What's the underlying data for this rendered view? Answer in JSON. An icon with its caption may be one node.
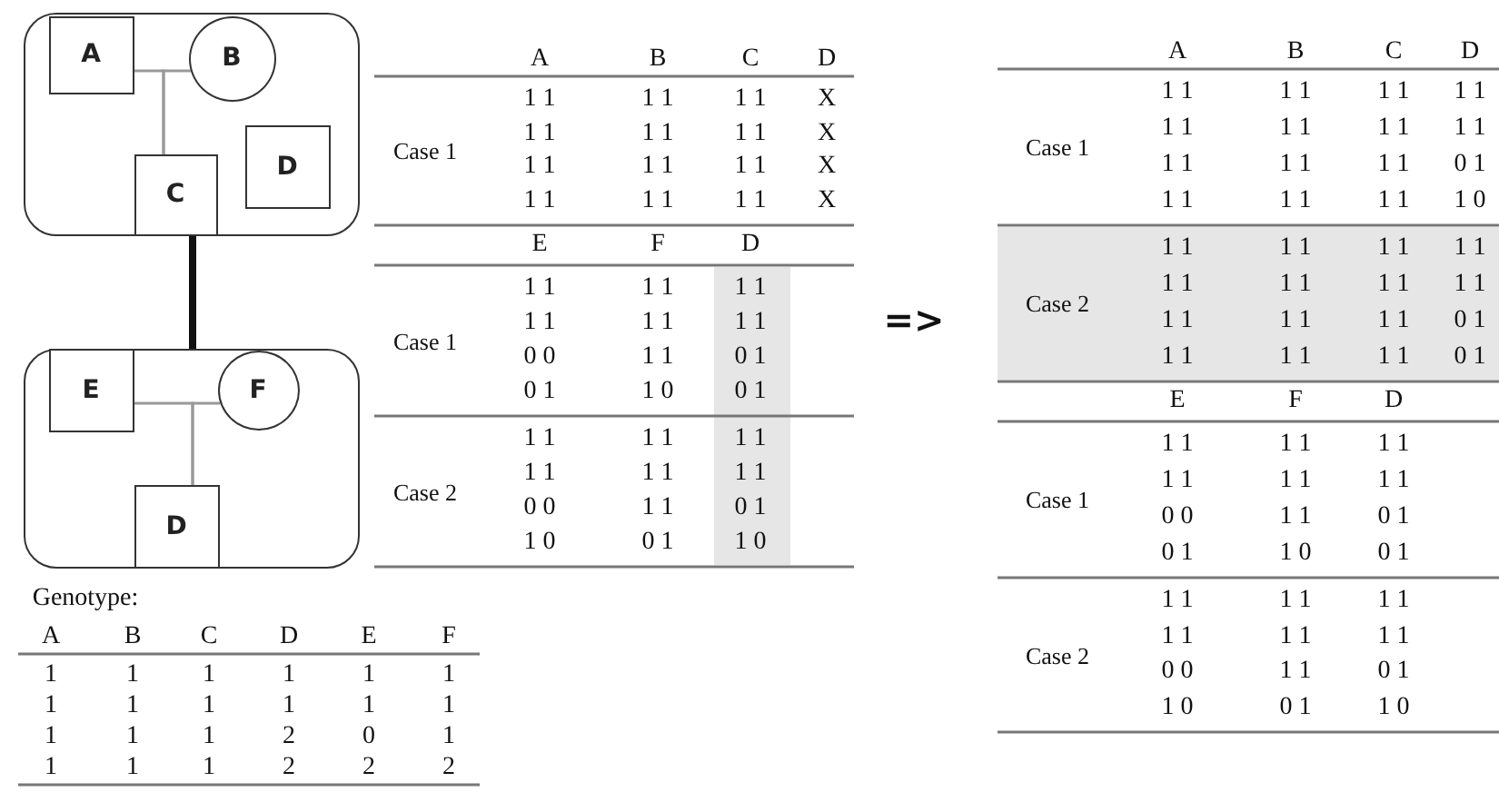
{
  "diagram": {
    "nodes": [
      {
        "text": [],
        "shape": "box"
      },
      {
        "text": [
          "A"
        ],
        "in": 0
      },
      {
        "text": [
          "B"
        ],
        "in": 0
      },
      {
        "text": [
          "C"
        ],
        "in": 0
      },
      {
        "text": [
          "D"
        ],
        "in": 0
      },
      {
        "text": [],
        "shape": "box"
      },
      {
        "text": [
          "E"
        ],
        "in": 5
      },
      {
        "text": [
          "F"
        ],
        "in": 5
      },
      {
        "text": [
          "D"
        ],
        "in": 5
      }
    ],
    "edges": [
      {
        "from": 1,
        "to": 3,
        "arrow": "none"
      },
      {
        "from": 2,
        "to": 3,
        "arrow": "none"
      },
      {
        "from": 3,
        "to": 5,
        "arrow": "none",
        "style": "thick",
        "color": "#111111"
      },
      {
        "from": 6,
        "to": 8,
        "arrow": "none"
      },
      {
        "from": 7,
        "to": 8,
        "arrow": "none"
      }
    ],
    "labels": [
      "A",
      "B",
      "C",
      "D",
      "Case 1",
      "1 1",
      "1 1",
      "1 1",
      "X",
      "1 1",
      "1 1",
      "1 1",
      "X",
      "1 1",
      "1 1",
      "1 1",
      "X",
      "1 1",
      "1 1",
      "1 1",
      "X",
      "E",
      "F",
      "D",
      "Case 1",
      "1 1",
      "1 1",
      "1 1",
      "1 1",
      "1 1",
      "1 1",
      "0 0",
      "1 1",
      "0 1",
      "0 1",
      "1 0",
      "0 1",
      "Case 2",
      "1 1",
      "1 1",
      "1 1",
      "1 1",
      "1 1",
      "1 1",
      "0 0",
      "1 1",
      "0 1",
      "1 0",
      "0 1",
      "1 0",
      "=>",
      "A",
      "B",
      "C",
      "D",
      "Case 1",
      "1 1",
      "1 1",
      "1 1",
      "1 1",
      "1 1",
      "1 1",
      "1 1",
      "1 1",
      "1 1",
      "1 1",
      "1 1",
      "0 1",
      "1 1",
      "1 1",
      "1 1",
      "1 0",
      "Case 2",
      "1 1",
      "1 1",
      "1 1",
      "1 1",
      "1 1",
      "1 1",
      "1 1",
      "1 1",
      "1 1",
      "1 1",
      "1 1",
      "0 1",
      "1 1",
      "1 1",
      "1 1",
      "0 1",
      "E",
      "F",
      "D",
      "Case 1",
      "1 1",
      "1 1",
      "1 1",
      "1 1",
      "1 1",
      "1 1",
      "0 0",
      "1 1",
      "0 1",
      "0 1",
      "1 0",
      "0 1",
      "Case 2",
      "1 1",
      "1 1",
      "1 1",
      "1 1",
      "1 1",
      "1 1",
      "0 0",
      "1 1",
      "0 1",
      "1 0",
      "0 1",
      "1 0",
      "Genotype:",
      "A",
      "B",
      "C",
      "D",
      "E",
      "F",
      "1",
      "1",
      "1",
      "1",
      "1",
      "1",
      "1",
      "1",
      "1",
      "1",
      "1",
      "1",
      "1",
      "1",
      "1",
      "2",
      "0",
      "1",
      "1",
      "1",
      "1",
      "2",
      "2",
      "2"
    ]
  }
}
